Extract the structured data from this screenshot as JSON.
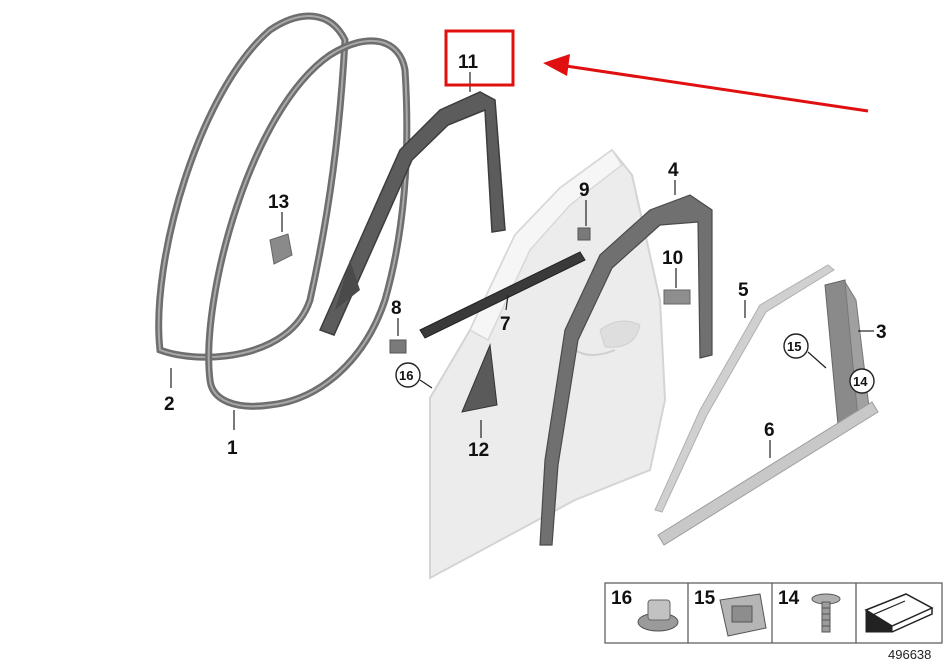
{
  "diagram": {
    "callouts": {
      "c1": "1",
      "c2": "2",
      "c3": "3",
      "c4": "4",
      "c5": "5",
      "c6": "6",
      "c7": "7",
      "c8": "8",
      "c9": "9",
      "c10": "10",
      "c11": "11",
      "c12": "12",
      "c13": "13",
      "c14": "14",
      "c15": "15",
      "c16": "16"
    },
    "highlight_color": "#e01010",
    "legend": {
      "items": [
        {
          "label": "16",
          "icon": "clip-nut-icon"
        },
        {
          "label": "15",
          "icon": "retainer-clip-icon"
        },
        {
          "label": "14",
          "icon": "screw-icon"
        },
        {
          "label": "",
          "icon": "kit-arrow-icon"
        }
      ]
    },
    "figure_id": "496638"
  }
}
